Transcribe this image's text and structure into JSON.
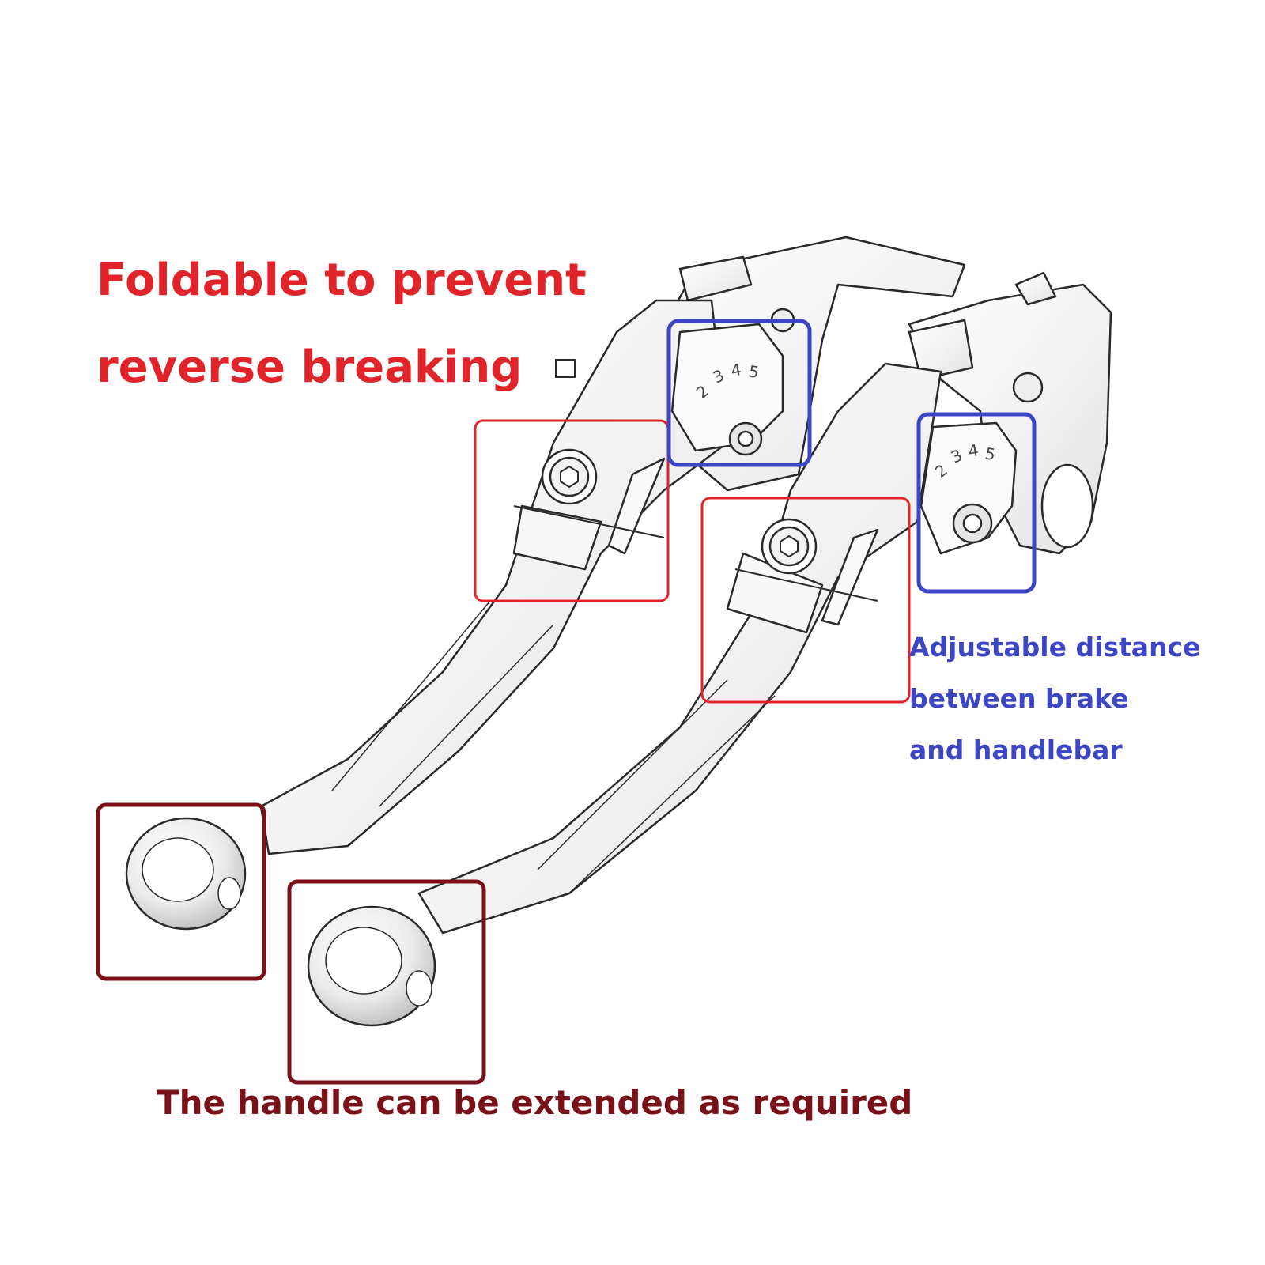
{
  "captions": {
    "fold_line1": "Foldable to prevent",
    "fold_line2": "reverse breaking",
    "adjust_line1": "Adjustable distance",
    "adjust_line2": "between brake",
    "adjust_line3": "and handlebar",
    "handle": "The handle can be extended as required"
  },
  "dial_digits": [
    "2",
    "3",
    "4",
    "5"
  ],
  "colors": {
    "fold_red": "#e0242a",
    "adjust_blue": "#3d46c4",
    "handle_maroon": "#7a1018",
    "sketch_line": "#2a2a2a"
  }
}
